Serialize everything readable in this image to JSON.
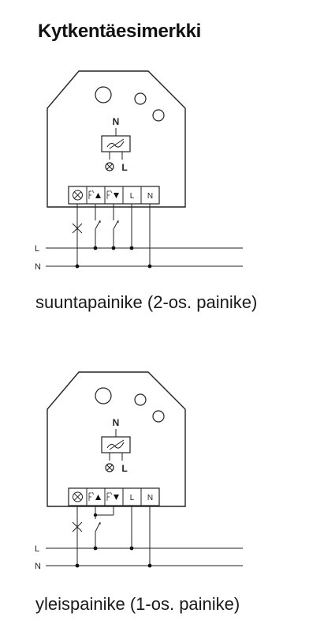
{
  "title": "Kytkentäesimerkki",
  "diagrams": [
    {
      "caption": "suuntapainike (2-os. painike)",
      "labels": {
        "dimmer_n": "N",
        "dimmer_l": "L",
        "terminal_l": "L",
        "terminal_n": "N",
        "line_l": "L",
        "line_n": "N"
      }
    },
    {
      "caption": "yleispainike (1-os. painike)",
      "labels": {
        "dimmer_n": "N",
        "dimmer_l": "L",
        "terminal_l": "L",
        "terminal_n": "N",
        "line_l": "L",
        "line_n": "N"
      }
    }
  ]
}
